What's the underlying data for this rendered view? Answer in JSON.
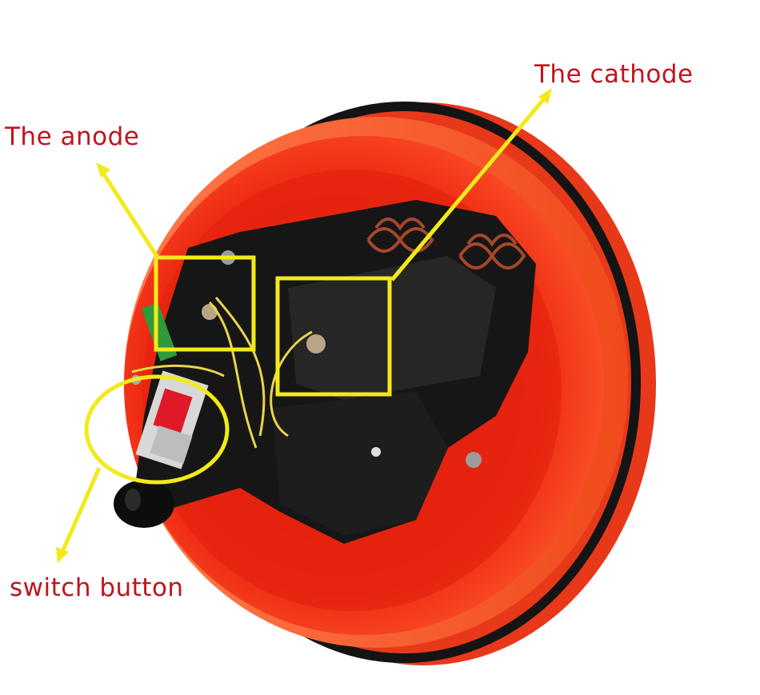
{
  "labels": {
    "anode": "The anode",
    "cathode": "The cathode",
    "switch": "switch button"
  },
  "colors": {
    "label_text": "#c0141e",
    "annotation": "#f2ea1a",
    "shell_red": "#ee2c14",
    "shell_rim": "#ff6a3a",
    "gasket": "#141414",
    "mechanism": "#161616",
    "wire": "#e9d34a",
    "spring": "#a5482a",
    "switch_red": "#e01928"
  },
  "icons": [
    "arrow-icon",
    "highlight-box-icon",
    "highlight-circle-icon",
    "screw-icon",
    "spring-icon"
  ]
}
